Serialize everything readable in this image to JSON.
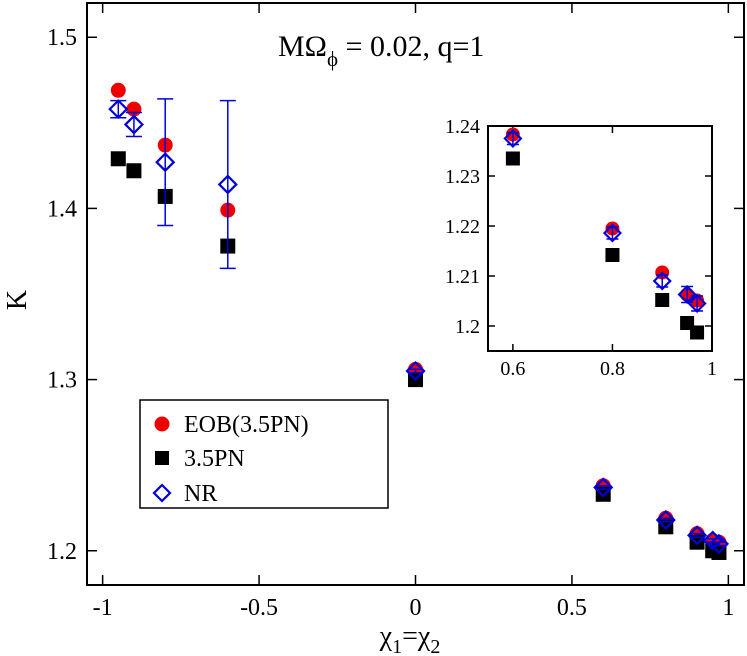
{
  "chart_data": [
    {
      "id": "main",
      "type": "scatter",
      "annotation": {
        "base": "MΩ",
        "sub": "ϕ",
        "rest": " = 0.02,  q=1"
      },
      "xlabel": {
        "base": "χ",
        "sub1": "1",
        "mid": "=χ",
        "sub2": "2"
      },
      "ylabel": "K",
      "xlim": [
        -1.05,
        1.05
      ],
      "ylim": [
        1.18,
        1.52
      ],
      "xticks": [
        -1,
        -0.5,
        0,
        0.5,
        1
      ],
      "xtick_labels": [
        "-1",
        "-0.5",
        "0",
        "0.5",
        "1"
      ],
      "yticks": [
        1.2,
        1.3,
        1.4,
        1.5
      ],
      "ytick_labels": [
        "1.2",
        "1.3",
        "1.4",
        "1.5"
      ],
      "legend_position": "lower-left",
      "series": [
        {
          "name": "EOB(3.5PN)",
          "marker": "circle",
          "color": "#ee0000",
          "points": [
            [
              -0.95,
              1.469
            ],
            [
              -0.9,
              1.458
            ],
            [
              -0.8,
              1.437
            ],
            [
              -0.6,
              1.399
            ],
            [
              0.0,
              1.306
            ],
            [
              0.6,
              1.238
            ],
            [
              0.8,
              1.219
            ],
            [
              0.9,
              1.21
            ],
            [
              0.95,
              1.206
            ],
            [
              0.97,
              1.205
            ]
          ]
        },
        {
          "name": "3.5PN",
          "marker": "square",
          "color": "#000000",
          "points": [
            [
              -0.95,
              1.429
            ],
            [
              -0.9,
              1.422
            ],
            [
              -0.8,
              1.407
            ],
            [
              -0.6,
              1.378
            ],
            [
              0.0,
              1.3
            ],
            [
              0.6,
              1.233
            ],
            [
              0.8,
              1.214
            ],
            [
              0.9,
              1.205
            ],
            [
              0.95,
              1.2
            ],
            [
              0.97,
              1.199
            ]
          ]
        },
        {
          "name": "NR",
          "marker": "diamond-open",
          "color": "#0000dd",
          "points": [
            [
              -0.95,
              1.458
            ],
            [
              -0.9,
              1.449
            ],
            [
              -0.8,
              1.427
            ],
            [
              -0.6,
              1.414
            ],
            [
              0.0,
              1.305
            ],
            [
              0.6,
              1.237
            ],
            [
              0.8,
              1.218
            ],
            [
              0.9,
              1.209
            ],
            [
              0.95,
              1.206
            ],
            [
              0.97,
              1.204
            ]
          ],
          "errors": [
            0.005,
            0.007,
            0.037,
            0.049,
            0.001,
            0.001,
            0.001,
            0.001,
            0.001,
            0.001
          ]
        }
      ]
    },
    {
      "id": "inset",
      "type": "scatter",
      "xlim": [
        0.55,
        1.0
      ],
      "ylim": [
        1.195,
        1.24
      ],
      "xticks": [
        0.6,
        0.8,
        1.0
      ],
      "xtick_labels": [
        "0.6",
        "0.8",
        "1"
      ],
      "yticks": [
        1.2,
        1.21,
        1.22,
        1.23,
        1.24
      ],
      "ytick_labels": [
        "1.2",
        "1.21",
        "1.22",
        "1.23",
        "1.24"
      ],
      "series": [
        {
          "name": "EOB(3.5PN)",
          "marker": "circle",
          "color": "#ee0000",
          "points": [
            [
              0.6,
              1.2383
            ],
            [
              0.8,
              1.2195
            ],
            [
              0.9,
              1.2107
            ],
            [
              0.95,
              1.2063
            ],
            [
              0.97,
              1.2051
            ]
          ]
        },
        {
          "name": "3.5PN",
          "marker": "square",
          "color": "#000000",
          "points": [
            [
              0.6,
              1.2335
            ],
            [
              0.8,
              1.2142
            ],
            [
              0.9,
              1.2052
            ],
            [
              0.95,
              1.2006
            ],
            [
              0.97,
              1.1987
            ]
          ]
        },
        {
          "name": "NR",
          "marker": "diamond-open",
          "color": "#0000dd",
          "points": [
            [
              0.6,
              1.2375
            ],
            [
              0.8,
              1.2186
            ],
            [
              0.9,
              1.209
            ],
            [
              0.95,
              1.2063
            ],
            [
              0.97,
              1.2045
            ]
          ],
          "errors": [
            0.0012,
            0.0012,
            0.0012,
            0.0016,
            0.0015
          ]
        }
      ]
    }
  ]
}
